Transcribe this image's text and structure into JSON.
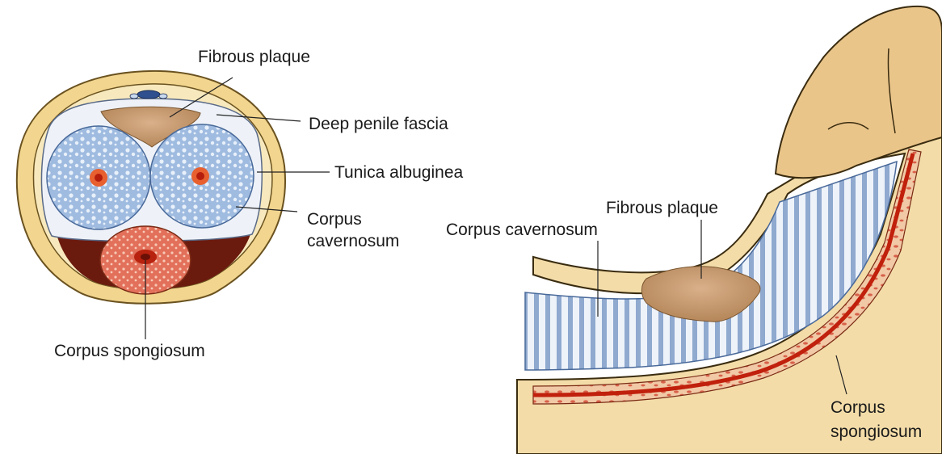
{
  "cross_section": {
    "labels": {
      "fibrous_plaque": "Fibrous plaque",
      "deep_penile_fascia": "Deep penile fascia",
      "tunica_albuginea": "Tunica albuginea",
      "corpus_cavernosum_line1": "Corpus",
      "corpus_cavernosum_line2": "cavernosum",
      "corpus_spongiosum": "Corpus spongiosum"
    }
  },
  "side_view": {
    "labels": {
      "fibrous_plaque": "Fibrous plaque",
      "corpus_cavernosum": "Corpus cavernosum",
      "corpus_spongiosum_line1": "Corpus",
      "corpus_spongiosum_line2": "spongiosum"
    }
  },
  "colors": {
    "skin": "#f3d9a4",
    "fascia": "#f6e7b8",
    "cavernosum": "#b7cde6",
    "spongiosum": "#e48a6e",
    "plaque": "#c79a6a",
    "artery": "#d23a1c"
  }
}
